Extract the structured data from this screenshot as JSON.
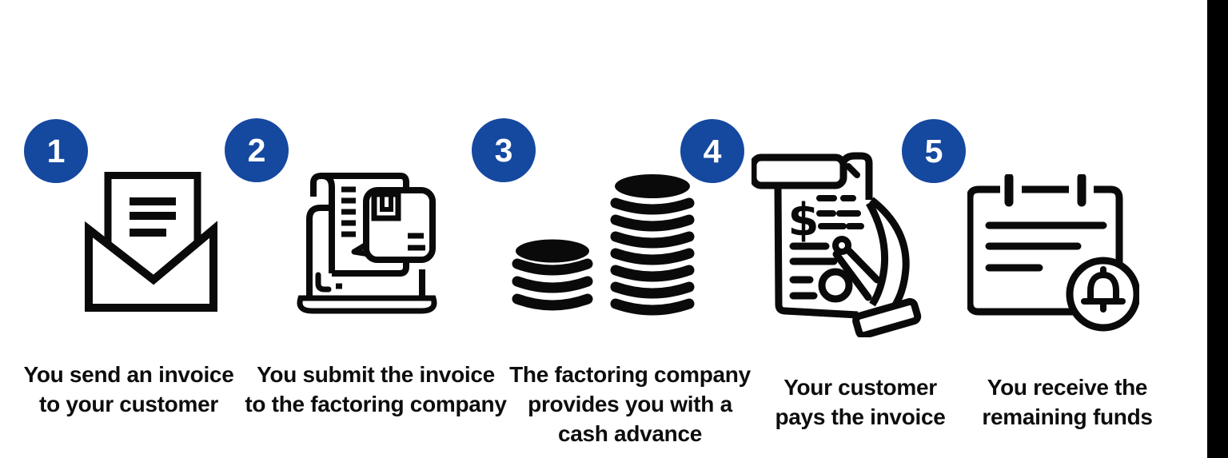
{
  "colors": {
    "accent": "#15489f",
    "icon_stroke": "#0a0a0a",
    "text": "#0d0d0d",
    "background": "#ffffff",
    "right_bar": "#000000"
  },
  "steps": [
    {
      "number": "1",
      "icon": "envelope-letter-icon",
      "label": "You send an invoice\nto your customer"
    },
    {
      "number": "2",
      "icon": "laptop-invoice-icon",
      "label": "You submit the invoice\nto the factoring company"
    },
    {
      "number": "3",
      "icon": "coin-stacks-icon",
      "label": "The factoring company\nprovides you with a\ncash advance"
    },
    {
      "number": "4",
      "icon": "invoice-hand-icon",
      "label": "Your customer\npays the invoice"
    },
    {
      "number": "5",
      "icon": "calendar-bell-icon",
      "label": "You receive the\nremaining funds"
    }
  ]
}
